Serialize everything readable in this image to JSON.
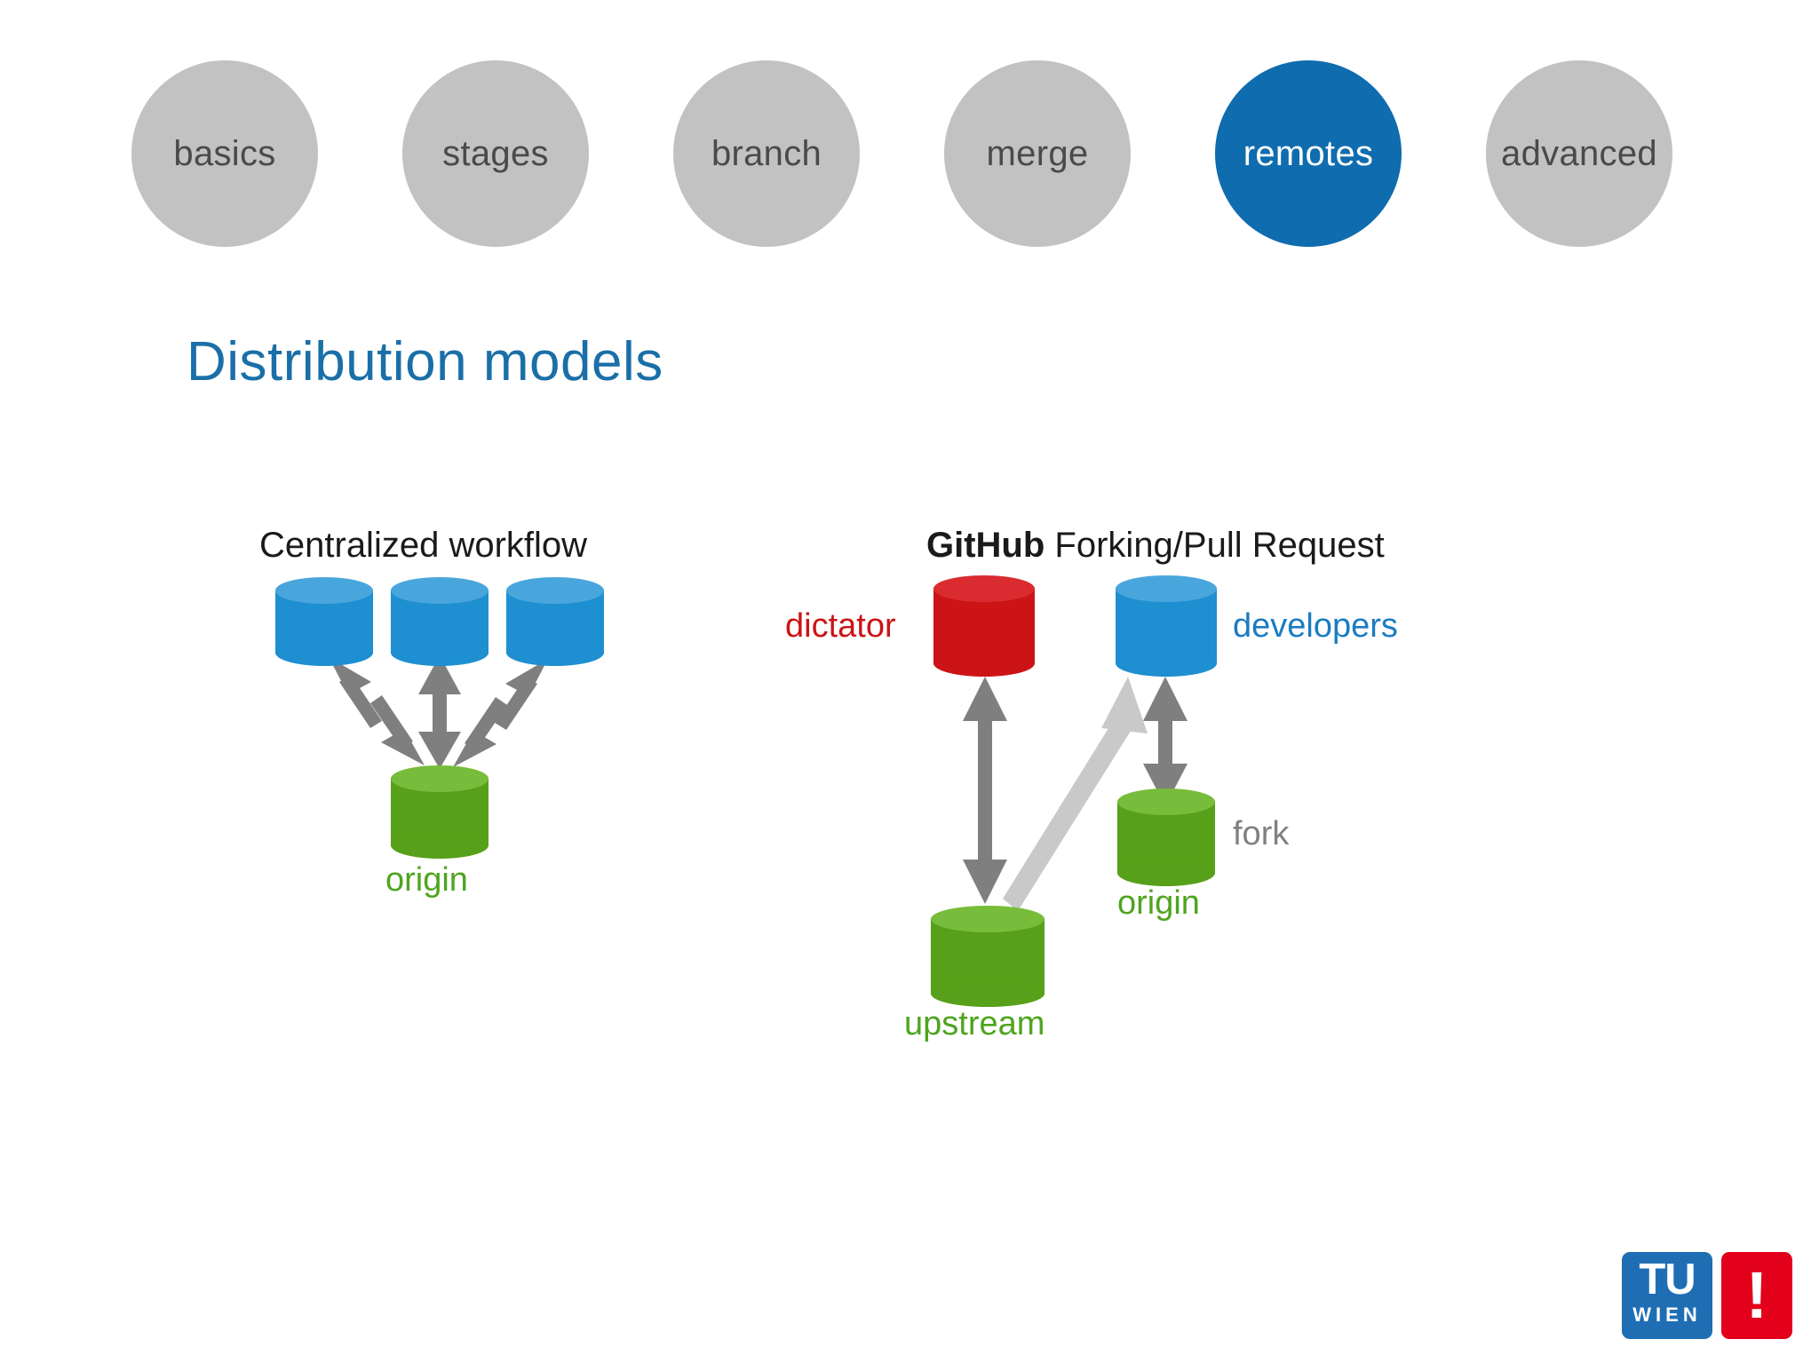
{
  "slide": {
    "title": "Distribution models",
    "title_color": "#1a6fa8",
    "background": "#ffffff"
  },
  "nav": {
    "active_color": "#0f6cae",
    "inactive_color": "#c2c2c2",
    "items": [
      {
        "label": "basics",
        "active": false
      },
      {
        "label": "stages",
        "active": false
      },
      {
        "label": "branch",
        "active": false
      },
      {
        "label": "merge",
        "active": false
      },
      {
        "label": "remotes",
        "active": true
      },
      {
        "label": "advanced",
        "active": false
      }
    ]
  },
  "diagrams": {
    "left": {
      "heading": "Centralized workflow",
      "nodes": [
        {
          "id": "dev1",
          "label": "",
          "color": "blue"
        },
        {
          "id": "dev2",
          "label": "",
          "color": "blue"
        },
        {
          "id": "dev3",
          "label": "",
          "color": "blue"
        },
        {
          "id": "origin",
          "label": "origin",
          "color": "green"
        }
      ],
      "edges": [
        {
          "from": "dev1",
          "to": "origin",
          "style": "double-arrow",
          "color": "#7f7f7f"
        },
        {
          "from": "dev2",
          "to": "origin",
          "style": "double-arrow",
          "color": "#7f7f7f"
        },
        {
          "from": "dev3",
          "to": "origin",
          "style": "double-arrow",
          "color": "#7f7f7f"
        }
      ]
    },
    "right": {
      "heading_bold": "GitHub",
      "heading_rest": " Forking/Pull Request",
      "nodes": [
        {
          "id": "dictator",
          "label": "dictator",
          "color": "red",
          "label_color": "#cc1417"
        },
        {
          "id": "developers",
          "label": "developers",
          "color": "blue",
          "label_color": "#1b7cc2"
        },
        {
          "id": "fork",
          "label": "origin",
          "badge": "fork",
          "color": "green",
          "label_color": "#4ea51f",
          "badge_color": "#808080"
        },
        {
          "id": "upstream",
          "label": "upstream",
          "color": "green",
          "label_color": "#4ea51f"
        }
      ],
      "edges": [
        {
          "from": "dictator",
          "to": "upstream",
          "style": "double-arrow",
          "color": "#7f7f7f"
        },
        {
          "from": "developers",
          "to": "fork",
          "style": "double-arrow",
          "color": "#7f7f7f"
        },
        {
          "from": "upstream",
          "to": "developers",
          "style": "single-arrow",
          "color": "#c9c9c9"
        }
      ]
    }
  },
  "logo": {
    "tu": "TU",
    "wien": "WIEN",
    "exclaim": "!",
    "blue": "#1f6eb4",
    "red": "#e3001b"
  }
}
